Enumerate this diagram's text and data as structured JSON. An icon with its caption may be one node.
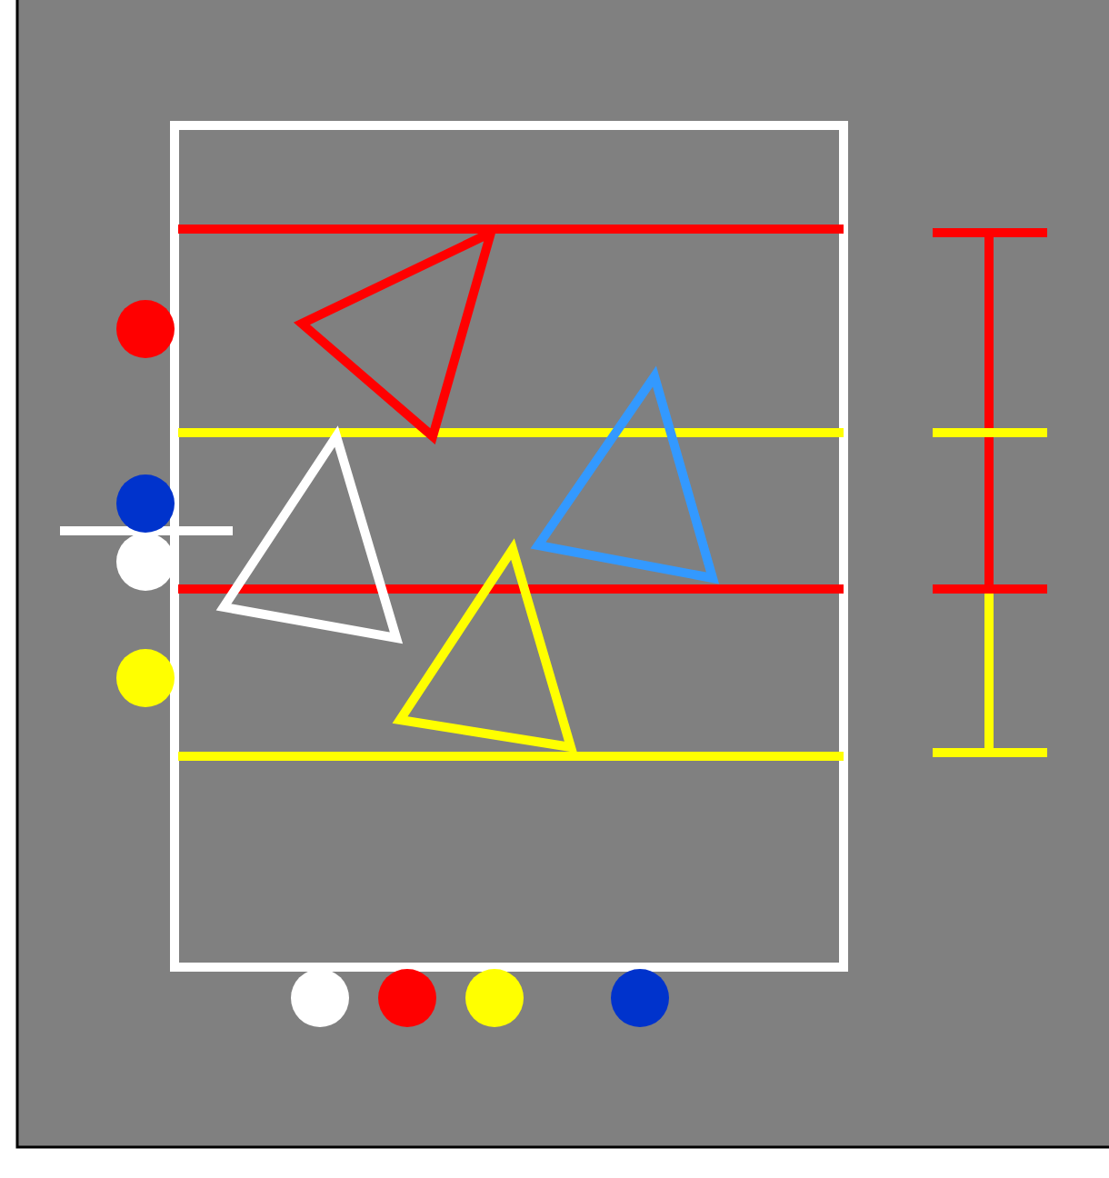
{
  "diagram": {
    "nodes": [
      {
        "text": [],
        "shape": "circle"
      },
      {
        "text": [],
        "shape": "circle"
      },
      {
        "text": [],
        "shape": "circle"
      },
      {
        "text": [],
        "shape": "circle"
      },
      {
        "text": [],
        "shape": "triangle"
      },
      {
        "text": [],
        "shape": "triangle"
      },
      {
        "text": [],
        "shape": "triangle"
      },
      {
        "text": [],
        "shape": "triangle"
      },
      {
        "text": [],
        "shape": "circle"
      },
      {
        "text": [],
        "shape": "circle"
      },
      {
        "text": [],
        "shape": "circle"
      },
      {
        "text": [],
        "shape": "circle"
      }
    ]
  }
}
